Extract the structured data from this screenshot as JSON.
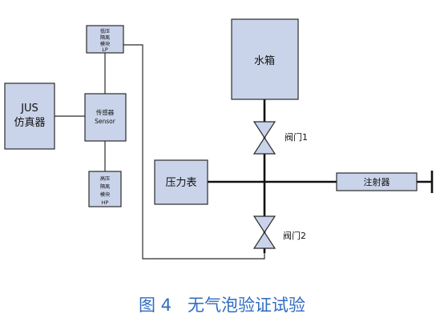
{
  "diagram": {
    "jus": {
      "line1": "JUS",
      "line2": "仿真器"
    },
    "sensor": {
      "line1": "传感器",
      "line2": "Sensor"
    },
    "lp": {
      "line1": "低压",
      "line2": "隔离",
      "line3": "模块",
      "line4": "LP"
    },
    "hp": {
      "line1": "高压",
      "line2": "隔离",
      "line3": "模块",
      "line4": "HP"
    },
    "tank": "水箱",
    "valve1": "阀门1",
    "valve2": "阀门2",
    "gauge": "压力表",
    "injector": "注射器"
  },
  "caption": "图 4   无气泡验证试验"
}
